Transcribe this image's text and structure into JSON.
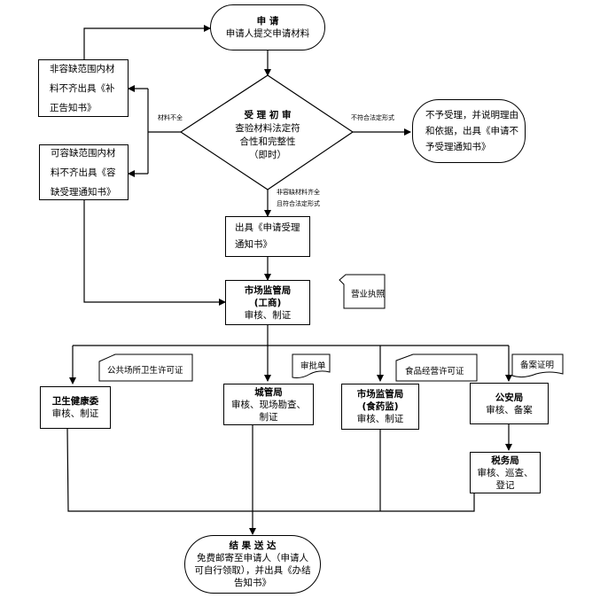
{
  "start": {
    "title": "申 请",
    "text": "申请人提交申请材料"
  },
  "reject_incomplete": {
    "text": "非容缺范围内材料不齐出具《补正告知书》"
  },
  "tolerant_incomplete": {
    "text": "可容缺范围内材料不齐出具《容缺受理通知书》"
  },
  "decision": {
    "title": "受 理 初 审",
    "lines": [
      "查验材料法定符",
      "合性和完整性",
      "（即时）"
    ]
  },
  "not_accepted": {
    "text": "不予受理，并说明理由和依据，出具《申请不予受理通知书》"
  },
  "edge_labels": {
    "incomplete": "材料不全",
    "not_legal_form": "不符合法定形式",
    "complete_line1": "非容缺材料齐全",
    "complete_line2": "且符合法定形式"
  },
  "accept_notice": {
    "text": "出具《申请受理通知书》"
  },
  "market_bureau": {
    "title": "市场监管局",
    "subtitle": "(工商)",
    "text": "审核、制证"
  },
  "docs": {
    "business_license": "营业执照",
    "public_health_permit": "公共场所卫生许可证",
    "approval_form": "审批单",
    "food_permit": "食品经营许可证",
    "filing_certificate": "备案证明"
  },
  "health_commission": {
    "title": "卫生健康委",
    "text": "审核、制证"
  },
  "urban_mgmt": {
    "title": "城管局",
    "text": "审核、现场勘查、制证"
  },
  "market_food": {
    "title": "市场监管局",
    "subtitle": "(食药监)",
    "text": "审核、制证"
  },
  "police": {
    "title": "公安局",
    "text": "审核、备案"
  },
  "tax": {
    "title": "税务局",
    "text": "审核、巡查、登记"
  },
  "result": {
    "title": "结 果 送 达",
    "text": "免费邮寄至申请人（申请人可自行领取），并出具《办结告知书》"
  }
}
